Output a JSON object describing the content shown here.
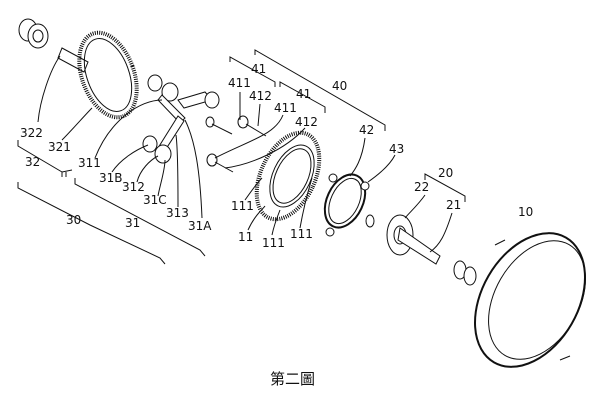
{
  "figure": {
    "caption": "第二圖",
    "labels": {
      "l322": "322",
      "l321": "321",
      "l32": "32",
      "l311": "311",
      "l31B": "31B",
      "l312": "312",
      "l31C": "31C",
      "l313": "313",
      "l31A": "31A",
      "l30": "30",
      "l31": "31",
      "l41a": "41",
      "l411a": "411",
      "l412a": "412",
      "l41b": "41",
      "l411b": "411",
      "l412b": "412",
      "l40": "40",
      "l42": "42",
      "l43": "43",
      "l111a": "111",
      "l11": "11",
      "l111b": "111",
      "l111c": "111",
      "l20": "20",
      "l22": "22",
      "l21": "21",
      "l10": "10"
    }
  }
}
